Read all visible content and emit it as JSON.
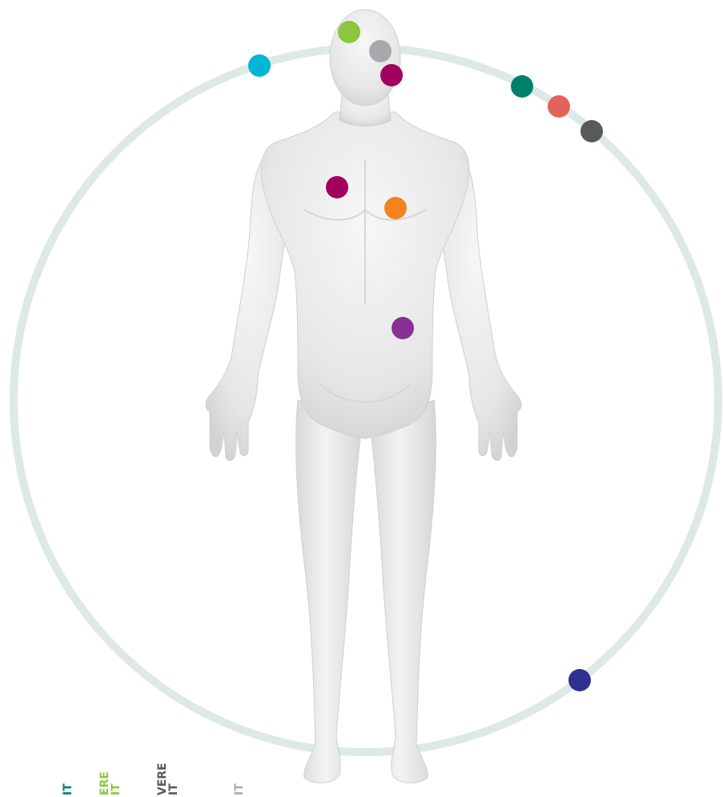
{
  "colors": {
    "ring": "#dde9e7",
    "skin": "#ececec",
    "skin_shadow": "#cfcfcf"
  },
  "hotspots_on_ring": [
    {
      "id": "cyan",
      "color": "#00b5d6",
      "icon": "dot"
    },
    {
      "id": "teal",
      "color": "#00806a",
      "icon": "dot"
    },
    {
      "id": "salmon",
      "color": "#e36259",
      "icon": "dot"
    },
    {
      "id": "dark-gray",
      "color": "#58595b",
      "icon": "dot"
    },
    {
      "id": "navy",
      "color": "#2e3192",
      "icon": "dot"
    }
  ],
  "hotspots_on_body": [
    {
      "id": "head-green",
      "color": "#8cc63f",
      "icon": "dot"
    },
    {
      "id": "eye-gray",
      "color": "#a7a9ac",
      "icon": "dot"
    },
    {
      "id": "cheek-magenta",
      "color": "#a3005e",
      "icon": "dot"
    },
    {
      "id": "chest-magenta",
      "color": "#a3005e",
      "icon": "dot"
    },
    {
      "id": "chest-orange",
      "color": "#f58220",
      "icon": "dot"
    },
    {
      "id": "abdomen-purple",
      "color": "#8a2f94",
      "icon": "dot"
    }
  ],
  "bottom_labels": {
    "label_1": "IT",
    "label_2_line1": "ERE",
    "label_2_line2": "IT",
    "label_3_line1": "VERE",
    "label_3_line2": "IT",
    "label_4": "IT"
  }
}
